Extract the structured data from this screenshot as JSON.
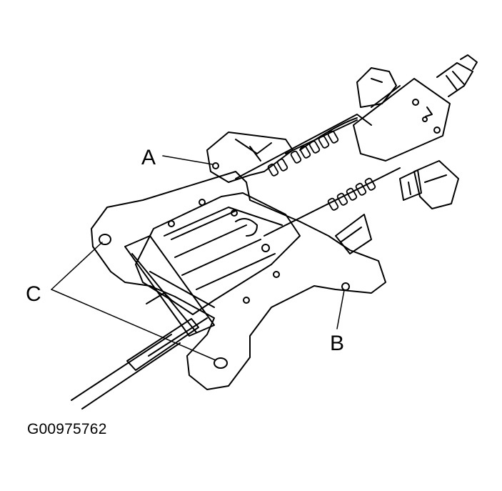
{
  "callouts": {
    "a": "A",
    "b": "B",
    "c": "C"
  },
  "figure_code": "G00975762",
  "colors": {
    "line": "#000000",
    "background": "#ffffff"
  }
}
